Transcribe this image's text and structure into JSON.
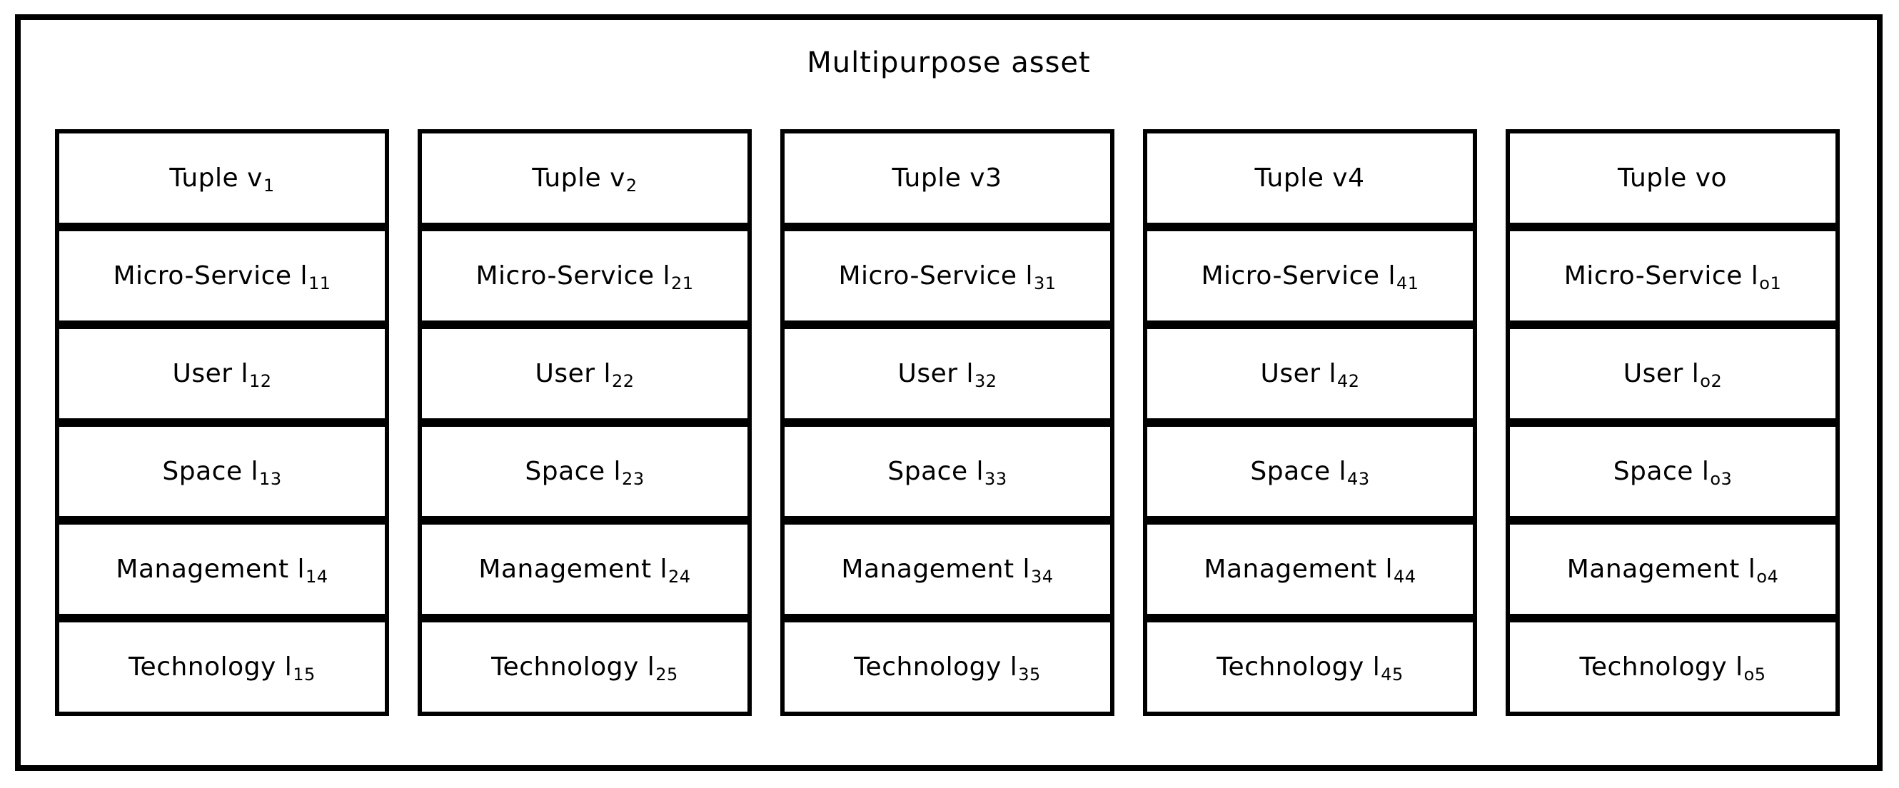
{
  "diagram": {
    "title": "Multipurpose asset",
    "columns": [
      {
        "header": {
          "text": "Tuple v",
          "sub": "1"
        },
        "cells": [
          {
            "text": "Micro-Service l",
            "sub": "11"
          },
          {
            "text": "User l",
            "sub": "12"
          },
          {
            "text": "Space l",
            "sub": "13"
          },
          {
            "text": "Management l",
            "sub": "14"
          },
          {
            "text": "Technology l",
            "sub": "15"
          }
        ]
      },
      {
        "header": {
          "text": "Tuple v",
          "sub": "2"
        },
        "cells": [
          {
            "text": "Micro-Service l",
            "sub": "21"
          },
          {
            "text": "User l",
            "sub": "22"
          },
          {
            "text": "Space l",
            "sub": "23"
          },
          {
            "text": "Management l",
            "sub": "24"
          },
          {
            "text": "Technology l",
            "sub": "25"
          }
        ]
      },
      {
        "header": {
          "text": "Tuple v3",
          "sub": ""
        },
        "cells": [
          {
            "text": "Micro-Service l",
            "sub": "31"
          },
          {
            "text": "User l",
            "sub": "32"
          },
          {
            "text": "Space l",
            "sub": "33"
          },
          {
            "text": "Management l",
            "sub": "34"
          },
          {
            "text": "Technology l",
            "sub": "35"
          }
        ]
      },
      {
        "header": {
          "text": "Tuple v4",
          "sub": ""
        },
        "cells": [
          {
            "text": "Micro-Service l",
            "sub": "41"
          },
          {
            "text": "User l",
            "sub": "42"
          },
          {
            "text": "Space l",
            "sub": "43"
          },
          {
            "text": "Management l",
            "sub": "44"
          },
          {
            "text": "Technology l",
            "sub": "45"
          }
        ]
      },
      {
        "header": {
          "text": "Tuple vo",
          "sub": ""
        },
        "cells": [
          {
            "text": "Micro-Service l",
            "sub": "o1"
          },
          {
            "text": "User l",
            "sub": "o2"
          },
          {
            "text": "Space l",
            "sub": "o3"
          },
          {
            "text": "Management l",
            "sub": "o4"
          },
          {
            "text": "Technology l",
            "sub": "o5"
          }
        ]
      }
    ]
  }
}
